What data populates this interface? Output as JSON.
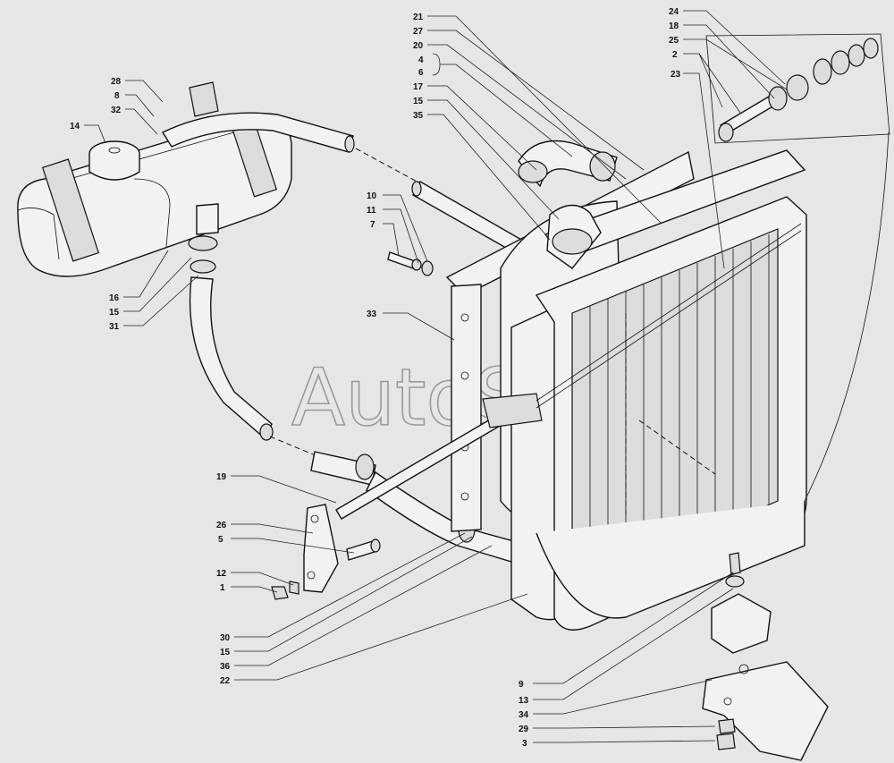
{
  "watermark": "AutoSoft",
  "callouts": {
    "c21": "21",
    "c27": "27",
    "c20": "20",
    "c4": "4",
    "c6": "6",
    "c17": "17",
    "c15a": "15",
    "c35": "35",
    "c24": "24",
    "c18": "18",
    "c25": "25",
    "c2": "2",
    "c23": "23",
    "c28": "28",
    "c8": "8",
    "c32": "32",
    "c14": "14",
    "c16": "16",
    "c15b": "15",
    "c31": "31",
    "c10": "10",
    "c11": "11",
    "c7": "7",
    "c33": "33",
    "c19": "19",
    "c26": "26",
    "c5": "5",
    "c12": "12",
    "c1": "1",
    "c30": "30",
    "c15c": "15",
    "c36": "36",
    "c22": "22",
    "c9": "9",
    "c13": "13",
    "c34": "34",
    "c29": "29",
    "c3": "3"
  }
}
